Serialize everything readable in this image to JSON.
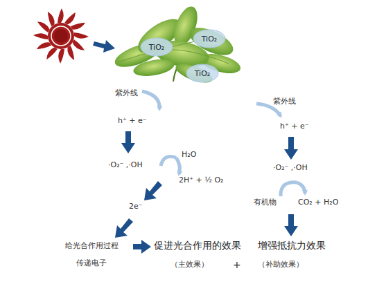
{
  "diagram": {
    "nodes": [
      {
        "text": [
          "TiO₂"
        ]
      },
      {
        "text": [
          "TiO₂"
        ]
      },
      {
        "text": [
          "TiO₂"
        ]
      }
    ],
    "labels": [
      "紫外线",
      "h⁺ + e⁻",
      "·O₂⁻ ,·OH",
      "H₂O",
      "2H⁺ + ½ O₂",
      "2e⁻",
      "给光合作用过程 传递电子",
      "促进光合作用的效果",
      "（主效果）",
      "+",
      "增强抵抗力效果",
      "（补助效果）",
      "紫外线",
      "h⁺ + e⁻",
      "·O₂⁻ ,·OH",
      "有机物",
      "CO₂ + H₂O"
    ]
  }
}
